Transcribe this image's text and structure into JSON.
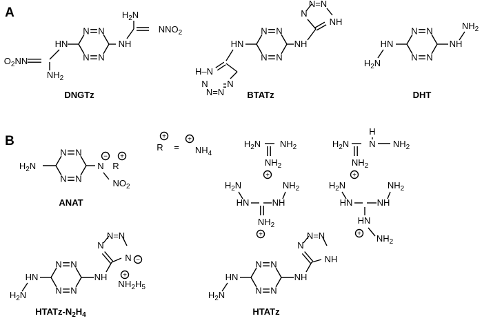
{
  "panels": {
    "a": "A",
    "b": "B"
  },
  "compound_names": {
    "dngtz": "DNGTz",
    "btatz": "BTATz",
    "dht": "DHT",
    "anat": "ANAT",
    "htatz_n2h4": "HTATz-N",
    "htatz_n2h4_sub": "2",
    "htatz_n2h4_h": "H",
    "htatz_n2h4_sub2": "4",
    "htatz": "HTATz"
  },
  "atoms": {
    "N": "N",
    "H2N": "H",
    "NH2": "NH",
    "HN": "HN",
    "NH": "NH",
    "N_H": "N–H",
    "H_N": "H–N",
    "sub2": "2",
    "sub4": "4",
    "sub5": "5",
    "O2N": "O",
    "NO2": "NO",
    "R": "R",
    "eq": "=",
    "minus": "−",
    "plus": "+"
  }
}
